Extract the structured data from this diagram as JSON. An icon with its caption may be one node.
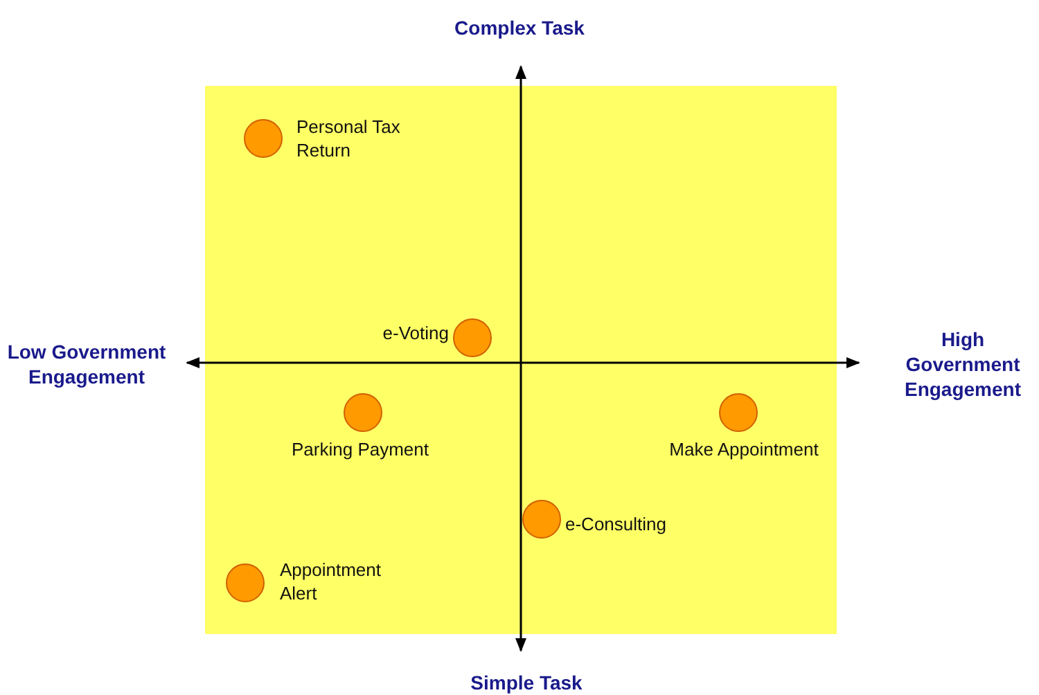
{
  "diagram": {
    "nodes": [
      {
        "text": [],
        "shape": "circle",
        "beside": [
          "Personal Tax Return"
        ]
      },
      {
        "text": [],
        "shape": "circle",
        "beside": [
          "e-Voting"
        ]
      },
      {
        "text": [],
        "shape": "circle",
        "beside": [
          "Parking Payment"
        ]
      },
      {
        "text": [],
        "shape": "circle",
        "beside": [
          "Make Appointment"
        ]
      },
      {
        "text": [],
        "shape": "circle",
        "beside": [
          "e-Consulting"
        ]
      },
      {
        "text": [],
        "shape": "circle",
        "beside": [
          "Appointment Alert"
        ]
      }
    ],
    "edges": [],
    "labels": [
      "Complex Task",
      "Low Government Engagement",
      "High Government Engagement",
      "Simple Task"
    ]
  }
}
